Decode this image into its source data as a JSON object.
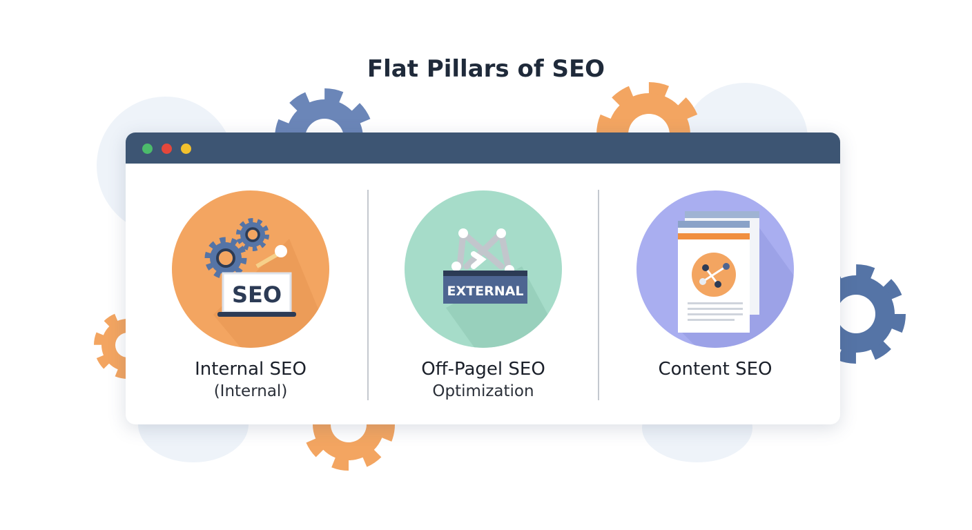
{
  "title": "Flat Pillars of SEO",
  "window": {
    "dots": [
      "#4cbb6b",
      "#e4473c",
      "#f2c12e"
    ]
  },
  "pillars": [
    {
      "label": "Internal SEO",
      "sublabel": "(Internal)",
      "badge": "SEO",
      "color": "#f3a561"
    },
    {
      "label": "Off-Pagel SEO",
      "sublabel": "Optimization",
      "badge": "EXTERNAL",
      "color": "#a6dcc9"
    },
    {
      "label": "Content SEO",
      "color": "#a9aef0"
    }
  ]
}
